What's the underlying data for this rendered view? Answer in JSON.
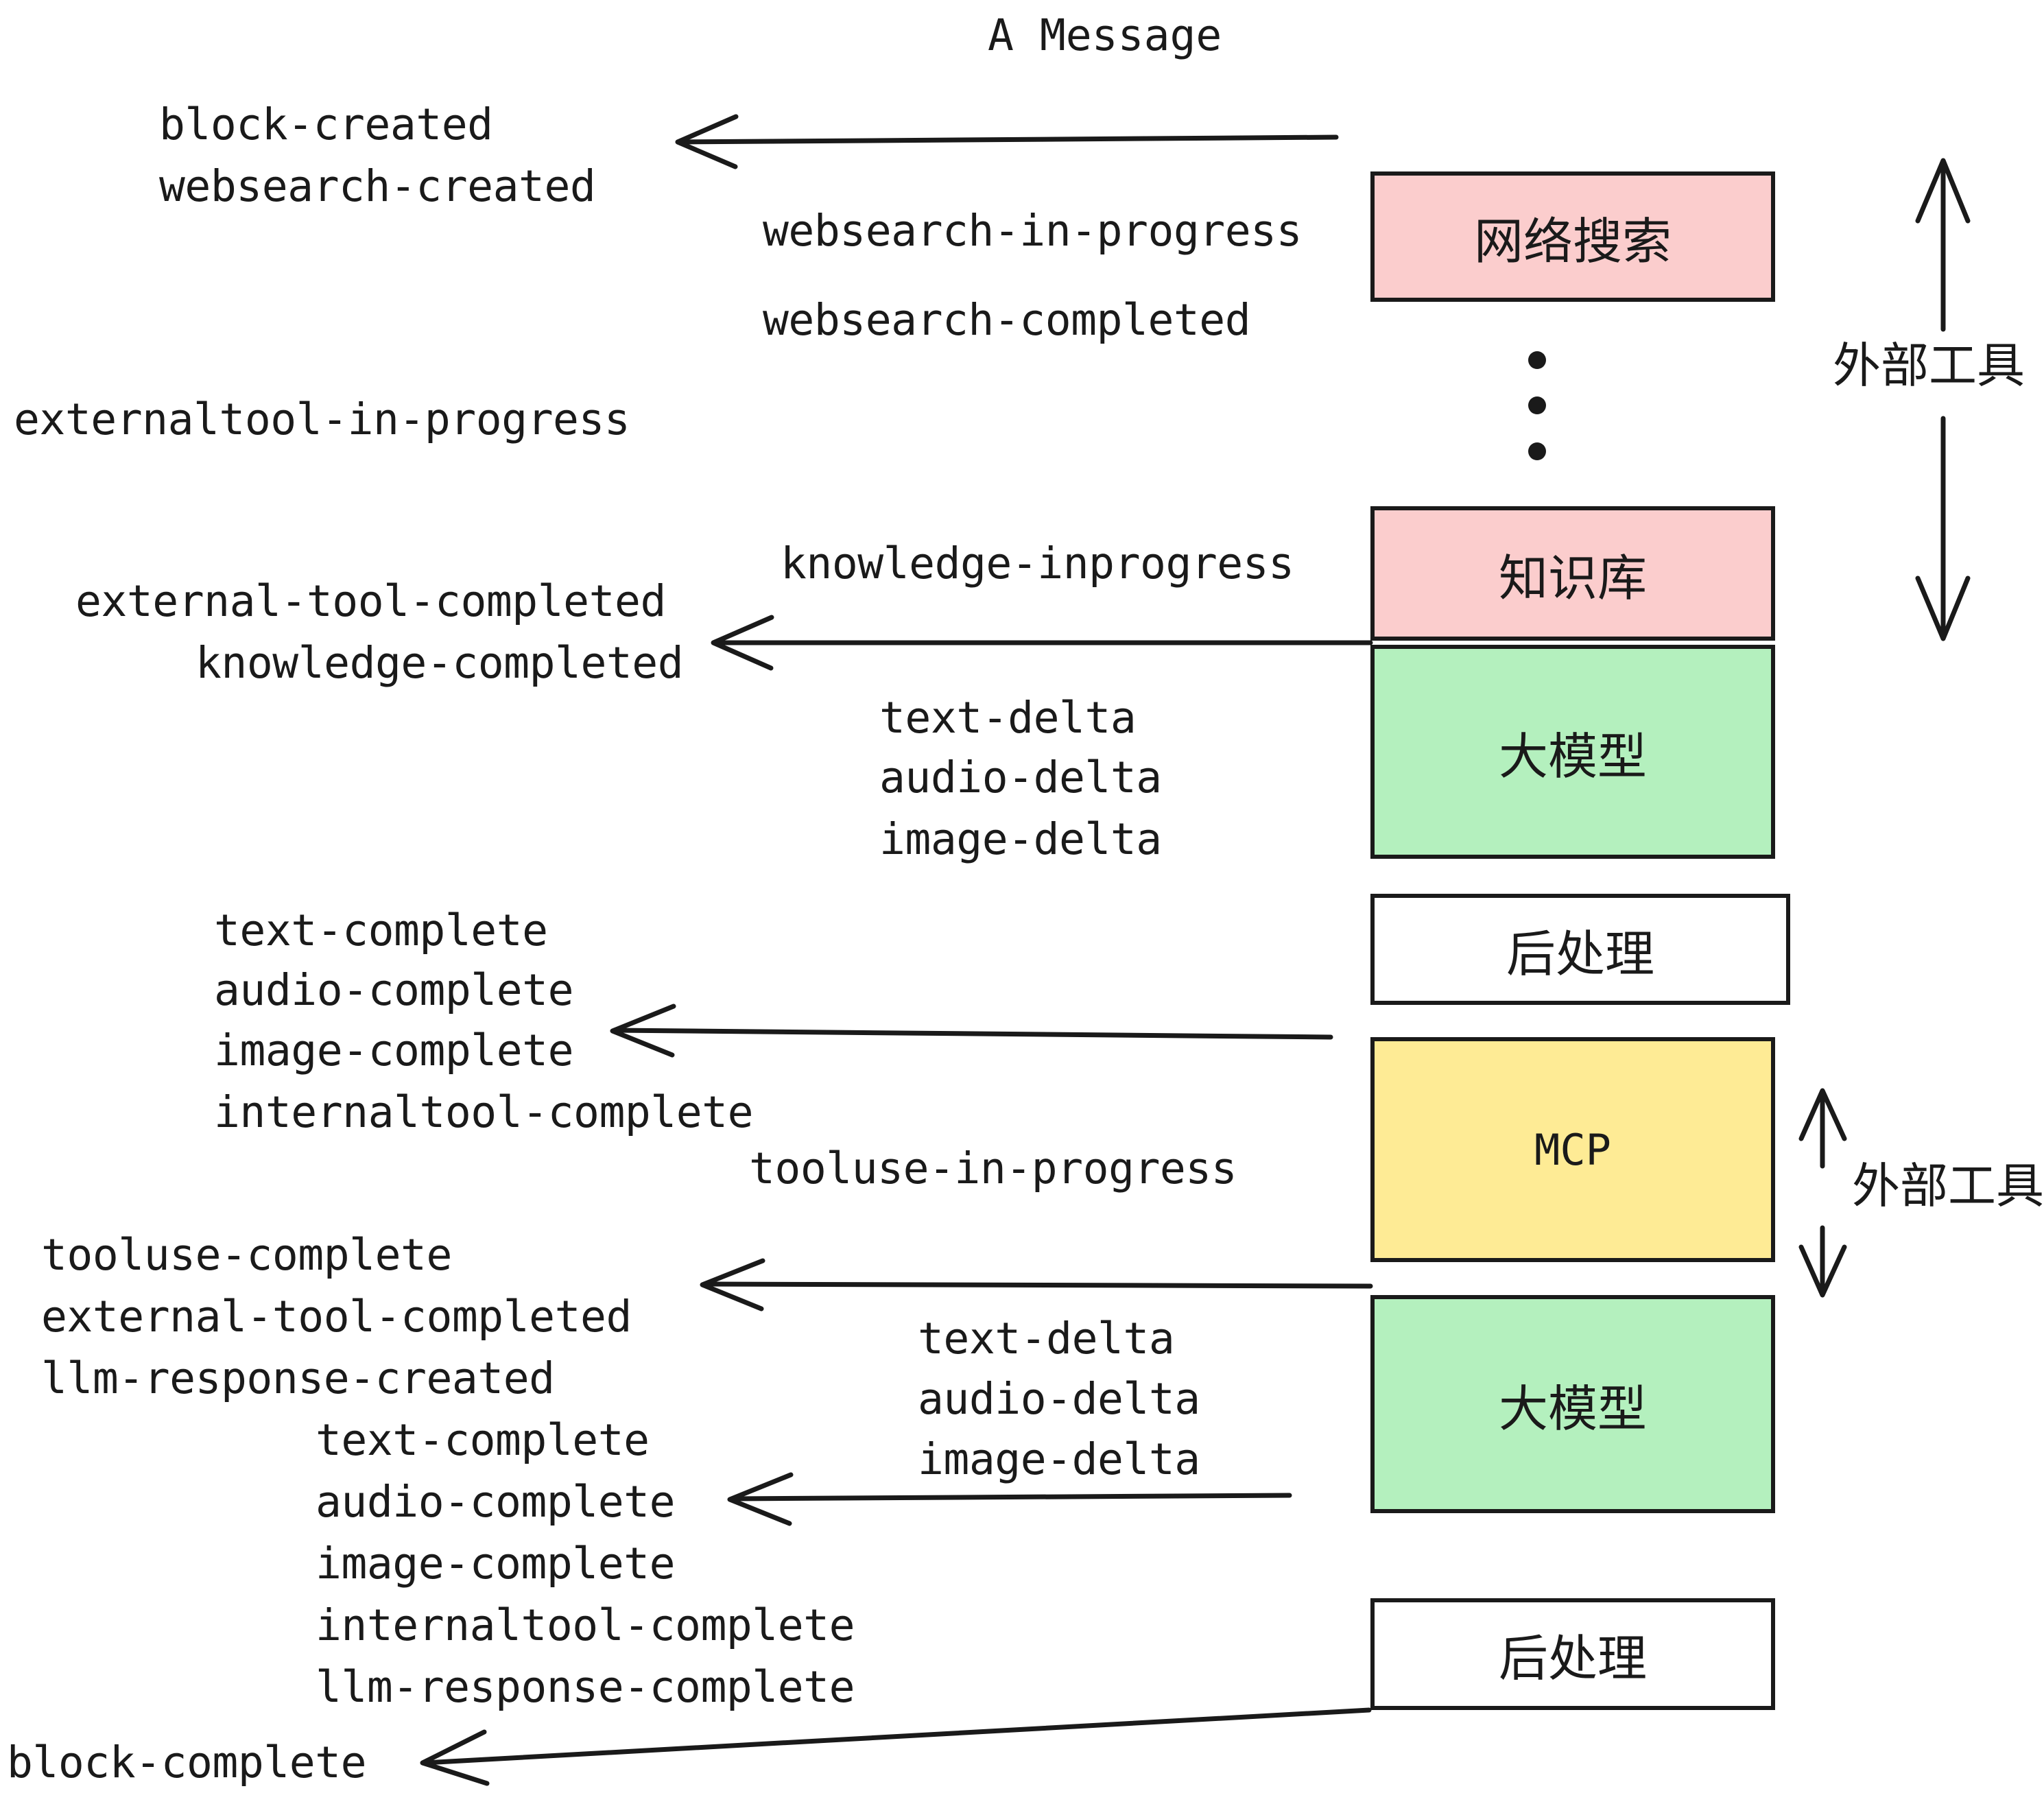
{
  "diagram": {
    "title": "A Message",
    "colors": {
      "pink": "#FBCDCD",
      "green": "#B4F0BE",
      "yellow": "#FEEB95",
      "white": "#FFFFFF",
      "stroke": "#1A1A1A",
      "background": "#FFFFFF"
    },
    "nodes": [
      {
        "id": "websearch",
        "label": "网络搜索",
        "fill": "#FBCDCD"
      },
      {
        "id": "knowledge",
        "label": "知识库",
        "fill": "#FBCDCD"
      },
      {
        "id": "llm-top",
        "label": "大模型",
        "fill": "#B4F0BE"
      },
      {
        "id": "post-top",
        "label": "后处理",
        "fill": "#FFFFFF"
      },
      {
        "id": "mcp",
        "label": "MCP",
        "fill": "#FEEB95"
      },
      {
        "id": "llm-bottom",
        "label": "大模型",
        "fill": "#B4F0BE"
      },
      {
        "id": "post-bottom",
        "label": "后处理",
        "fill": "#FFFFFF"
      }
    ],
    "side_labels": [
      {
        "id": "external-tools-top",
        "text": "外部工具"
      },
      {
        "id": "external-tools-bottom",
        "text": "外部工具"
      }
    ],
    "events": {
      "block_created": "block-created",
      "websearch_created": "websearch-created",
      "websearch_in_progress": "websearch-in-progress",
      "websearch_completed": "websearch-completed",
      "externaltool_in_progress": "externaltool-in-progress",
      "knowledge_inprogress": "knowledge-inprogress",
      "external_tool_completed_1": "external-tool-completed",
      "knowledge_completed": "knowledge-completed",
      "text_delta_1": "text-delta",
      "audio_delta_1": "audio-delta",
      "image_delta_1": "image-delta",
      "text_complete_1": "text-complete",
      "audio_complete_1": "audio-complete",
      "image_complete_1": "image-complete",
      "internaltool_complete_1": "internaltool-complete",
      "tooluse_in_progress": "tooluse-in-progress",
      "tooluse_complete": "tooluse-complete",
      "external_tool_completed_2": "external-tool-completed",
      "llm_response_created": "llm-response-created",
      "text_delta_2": "text-delta",
      "audio_delta_2": "audio-delta",
      "image_delta_2": "image-delta",
      "text_complete_2": "text-complete",
      "audio_complete_2": "audio-complete",
      "image_complete_2": "image-complete",
      "internaltool_complete_2": "internaltool-complete",
      "llm_response_complete": "llm-response-complete",
      "block_complete": "block-complete"
    }
  }
}
